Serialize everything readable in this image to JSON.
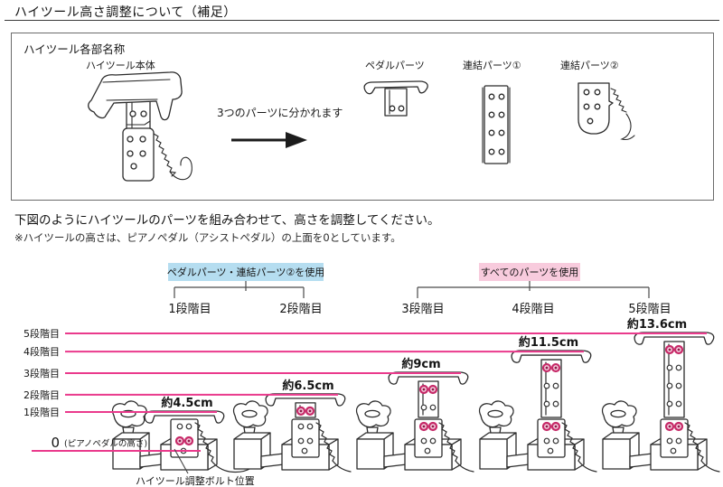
{
  "page": {
    "title": "ハイツール高さ調整について（補足）"
  },
  "parts_box": {
    "title": "ハイツール各部名称",
    "body_label": "ハイツール本体",
    "split_text": "3つのパーツに分かれます",
    "parts": [
      {
        "label": "ペダルパーツ"
      },
      {
        "label": "連結パーツ①"
      },
      {
        "label": "連結パーツ②"
      }
    ]
  },
  "instructions": {
    "line1": "下図のようにハイツールのパーツを組み合わせて、高さを調整してください。",
    "line2": "※ハイツールの高さは、ピアノペダル（アシストペダル）の上面を0としています。"
  },
  "chart_data": {
    "type": "diagram",
    "groups": [
      {
        "label": "ペダルパーツ・連結パーツ②を使用",
        "bg": "#b5ddf0",
        "steps": [
          "1段階目",
          "2段階目"
        ]
      },
      {
        "label": "すべてのパーツを使用",
        "bg": "#f8cbdd",
        "steps": [
          "3段階目",
          "4段階目",
          "5段階目"
        ]
      }
    ],
    "levels": [
      {
        "step": "1段階目",
        "height_cm": 4.5,
        "height_label": "約4.5cm"
      },
      {
        "step": "2段階目",
        "height_cm": 6.5,
        "height_label": "約6.5cm"
      },
      {
        "step": "3段階目",
        "height_cm": 9,
        "height_label": "約9cm"
      },
      {
        "step": "4段階目",
        "height_cm": 11.5,
        "height_label": "約11.5cm"
      },
      {
        "step": "5段階目",
        "height_cm": 13.6,
        "height_label": "約13.6cm"
      }
    ],
    "y_axis_labels": [
      "5段階目",
      "4段階目",
      "3段階目",
      "2段階目",
      "1段階目"
    ],
    "zero_value": "0",
    "zero_caption": "(ピアノペダルの高さ)",
    "bolt_position_label": "ハイツール調整ボルト位置",
    "line_color": "#ea3a8c",
    "bolt_color": "#c62a68"
  }
}
